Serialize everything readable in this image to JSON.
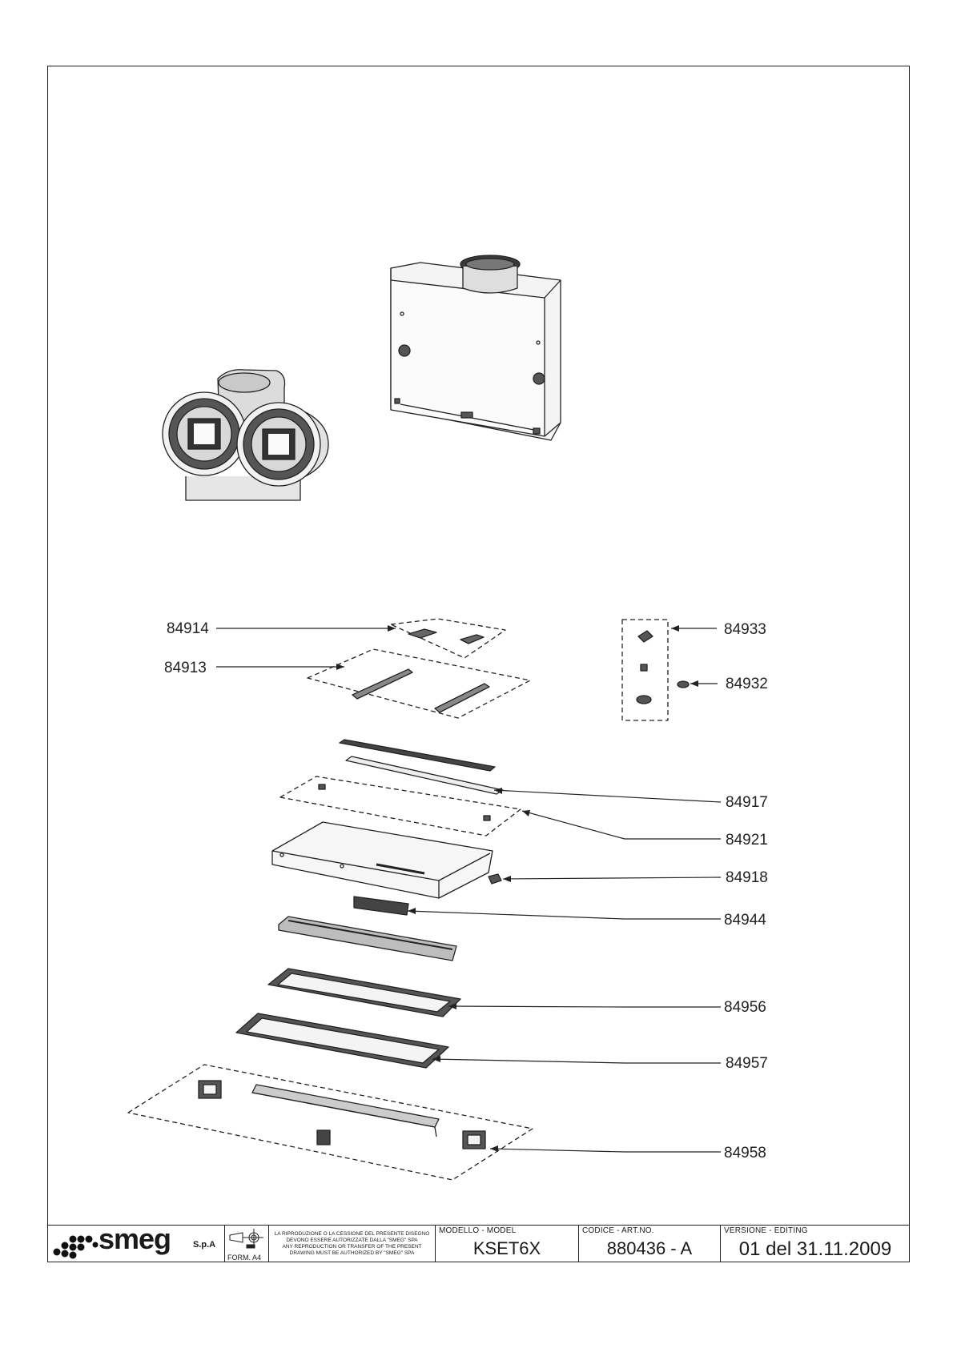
{
  "parts": [
    "84914",
    "84913",
    "84933",
    "84932",
    "84917",
    "84921",
    "84918",
    "84944",
    "84956",
    "84957",
    "84958"
  ],
  "title_block": {
    "brand": "smeg",
    "brand_suffix": "S.p.A",
    "form_label": "FORM. A4",
    "notice_it": "LA RIPRODUZIONE O LA CESSIONE DEL PRESENTE DISEGNO DEVONO ESSERE AUTORIZZATE DALLA \"SMEG\" SPA",
    "notice_en": "ANY REPRODUCTION OR TRANSFER OF THE PRESENT DRAWING MUST BE AUTHORIZED BY \"SMEG\" SPA",
    "model_label": "MODELLO - MODEL",
    "model_value": "KSET6X",
    "code_label": "CODICE - ART.NO.",
    "code_value": "880436 - A",
    "edition_label": "VERSIONE - EDITING",
    "edition_value": "01 del 31.11.2009"
  }
}
